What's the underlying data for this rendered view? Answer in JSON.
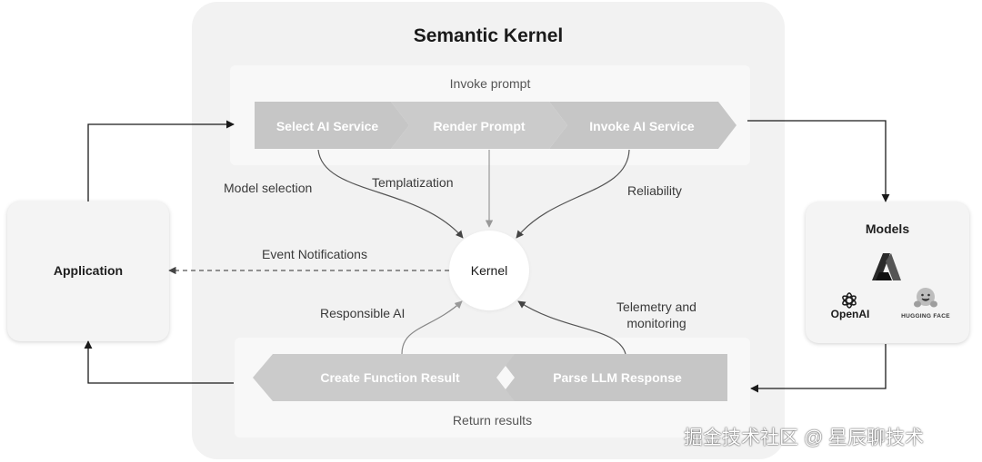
{
  "diagram": {
    "title": "Semantic Kernel",
    "invoke_label": "Invoke prompt",
    "return_label": "Return results",
    "kernel_label": "Kernel",
    "application_label": "Application",
    "models": {
      "title": "Models",
      "providers": [
        "OpenAI",
        "HUGGING FACE"
      ]
    },
    "invoke_steps": [
      "Select AI Service",
      "Render Prompt",
      "Invoke AI Service"
    ],
    "return_steps": [
      "Create Function Result",
      "Parse LLM Response"
    ],
    "edge_labels": {
      "model_selection": "Model selection",
      "templatization": "Templatization",
      "reliability": "Reliability",
      "event_notifications": "Event Notifications",
      "responsible_ai": "Responsible AI",
      "telemetry": [
        "Telemetry and",
        "monitoring"
      ]
    },
    "watermark": "掘金技术社区 @ 星辰聊技术",
    "colors": {
      "step_fill": "#c9c9c9",
      "panel": "#f2f2f2",
      "arrow": "#1a1a1a",
      "curve": "#555555"
    },
    "icons": [
      "azure-icon",
      "openai-icon",
      "hugging-face-icon"
    ]
  }
}
